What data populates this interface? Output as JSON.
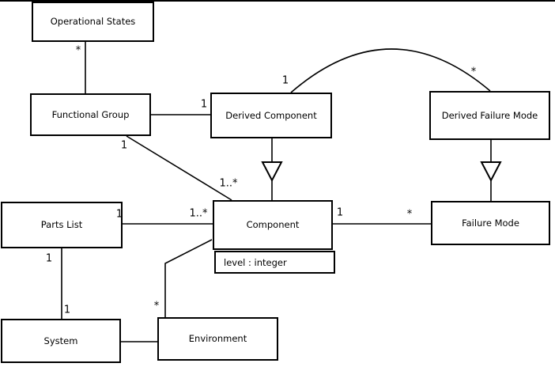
{
  "diagram": {
    "type": "uml-class-diagram",
    "classes": {
      "operational_states": {
        "name": "Operational States"
      },
      "functional_group": {
        "name": "Functional Group"
      },
      "derived_component": {
        "name": "Derived Component"
      },
      "derived_failure_mode": {
        "name": "Derived Failure Mode"
      },
      "parts_list": {
        "name": "Parts List"
      },
      "component": {
        "name": "Component",
        "attribute": "level : integer"
      },
      "failure_mode": {
        "name": "Failure Mode"
      },
      "system": {
        "name": "System"
      },
      "environment": {
        "name": "Environment"
      }
    },
    "multiplicity_labels": {
      "operational_states_end": "*",
      "derived_component_from_functional_group": "1",
      "functional_group_to_component_source": "1",
      "functional_group_to_component_target": "1..*",
      "derived_component_arc_end": "1",
      "derived_failure_mode_arc_end": "*",
      "component_to_failure_mode_source": "1",
      "component_to_failure_mode_target": "*",
      "parts_list_to_component_source": "1",
      "parts_list_to_component_target": "1..*",
      "parts_list_to_system_source": "1",
      "parts_list_to_system_target": "1",
      "component_to_environment_target": "*"
    },
    "colors": {
      "line": "#000000",
      "box_fill": "#ffffff",
      "background": "#ffffff",
      "text": "#000000"
    }
  }
}
